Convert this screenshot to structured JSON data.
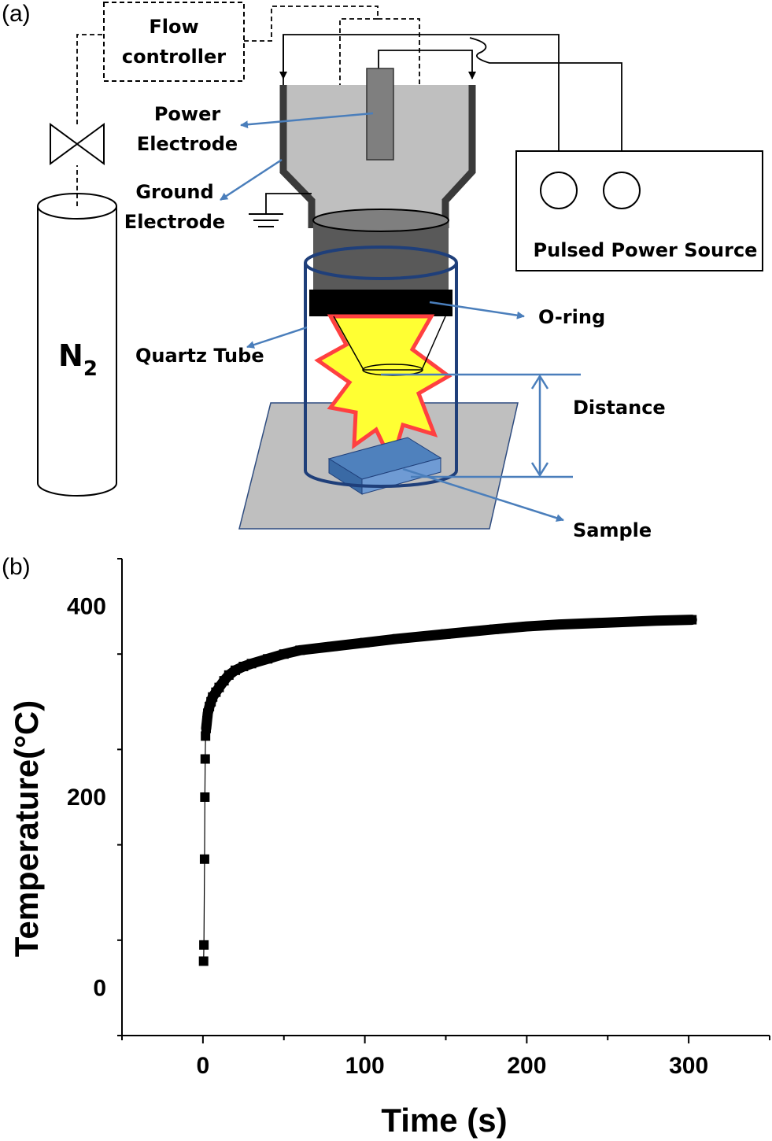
{
  "panel_a": {
    "label": "(a)",
    "flow_controller": [
      "Flow",
      "controller"
    ],
    "power_electrode": [
      "Power",
      "Electrode"
    ],
    "ground_electrode": [
      "Ground",
      "Electrode"
    ],
    "gas_main": "N",
    "gas_sub": "2",
    "quartz_tube": "Quartz Tube",
    "pulsed_power_source": "Pulsed Power Source",
    "o_ring": "O-ring",
    "distance": "Distance",
    "sample": "Sample",
    "colors": {
      "pointer": "#4a7ebb",
      "chamber": "#bfbfbf",
      "tube_outline": "#1f3f7a",
      "plasma_fill": "#ffff33",
      "plasma_edge": "#ff4040",
      "sample": "#4f81bd"
    }
  },
  "panel_b": {
    "label": "(b)"
  },
  "chart_data": {
    "type": "scatter",
    "xlabel": "Time (s)",
    "ylabel": "Temperature(°C)",
    "xlim": [
      -50,
      350
    ],
    "ylim": [
      -50,
      450
    ],
    "xticks": [
      0,
      100,
      200,
      300
    ],
    "yticks": [
      0,
      200,
      400
    ],
    "marker": "square",
    "color": "#000000",
    "series": [
      {
        "x": [
          0.4,
          0.6,
          1,
          1.2,
          1.4,
          1.6,
          2,
          2.5,
          3,
          4,
          5,
          6,
          8,
          10,
          13,
          16,
          20,
          25,
          30,
          40,
          50,
          60,
          80,
          100,
          120,
          150,
          180,
          200,
          220,
          250,
          280,
          302
        ],
        "y": [
          28,
          45,
          135,
          200,
          240,
          264,
          272,
          280,
          288,
          295,
          300,
          305,
          310,
          315,
          322,
          328,
          333,
          337,
          340,
          345,
          350,
          354,
          358,
          362,
          366,
          371,
          376,
          379,
          381,
          383,
          385,
          386
        ]
      }
    ]
  }
}
